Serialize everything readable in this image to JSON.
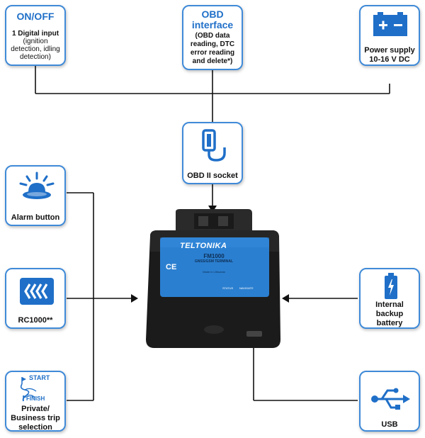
{
  "onoff": {
    "title": "ON/OFF",
    "line1": "1 Digital input",
    "line2": "(ignition",
    "line3": "detection, idling",
    "line4": "detection)"
  },
  "obd_interface": {
    "title1": "OBD",
    "title2": "interface",
    "line1": "(OBD data",
    "line2": "reading, DTC",
    "line3": "error reading",
    "line4": "and delete*)"
  },
  "power": {
    "line1": "Power supply",
    "line2": "10-16 V DC"
  },
  "obd_socket": {
    "label": "OBD II socket"
  },
  "alarm": {
    "label": "Alarm button"
  },
  "rc": {
    "label": "RC1000**"
  },
  "trip": {
    "start": "START",
    "finish": "FINISH",
    "line1": "Private/",
    "line2": "Business trip",
    "line3": "selection"
  },
  "battery": {
    "line1": "Internal",
    "line2": "backup",
    "line3": "battery"
  },
  "usb": {
    "label": "USB"
  },
  "device": {
    "brand": "TELTONIKA",
    "model": "FM1000",
    "subtitle": "GNSS/GSM TERMINAL",
    "origin": "Made in Lithuania",
    "ce": "CE",
    "status": "STATUS",
    "navigate": "NAVIGATE"
  },
  "colors": {
    "accent": "#1f6fc8",
    "frame": "#3f8ad8",
    "label_blue": "#2b7fd0",
    "device": "#1b1b1b"
  }
}
